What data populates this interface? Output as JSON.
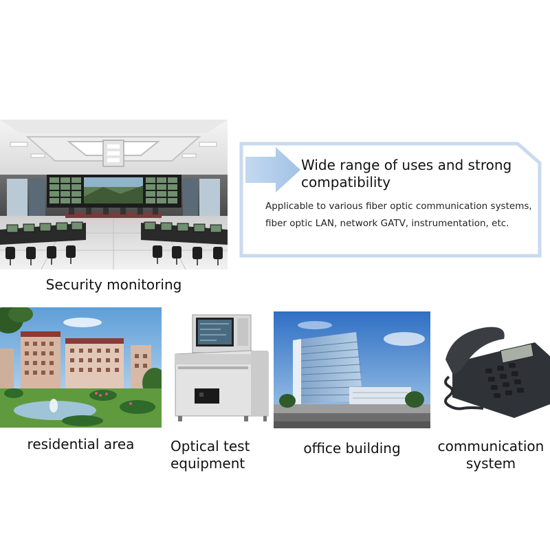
{
  "info": {
    "title": "Wide range of uses and strong compatibility",
    "body": "Applicable to various fiber optic communication systems, fiber optic LAN, network GATV, instrumentation, etc."
  },
  "captions": {
    "security": "Security monitoring",
    "residential": "residential area",
    "optical_line1": "Optical test",
    "optical_line2": "equipment",
    "office": "office building",
    "communication_line1": "communication",
    "communication_line2": "system"
  },
  "colors": {
    "box_border": "#c9daee",
    "arrow": "#a9c8e8"
  },
  "icons": [
    "arrow-right-icon"
  ]
}
